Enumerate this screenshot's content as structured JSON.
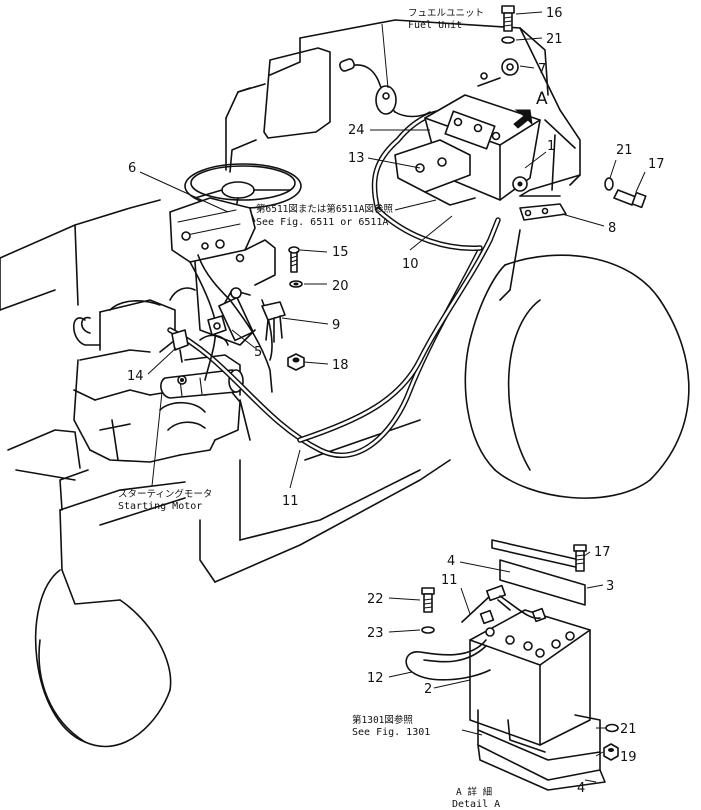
{
  "callouts": {
    "c16": "16",
    "c21a": "21",
    "c7": "7",
    "cA": "A",
    "c1": "1",
    "c21b": "21",
    "c17a": "17",
    "c24": "24",
    "c13": "13",
    "c6": "6",
    "c8": "8",
    "c15": "15",
    "c10": "10",
    "c20": "20",
    "c9": "9",
    "c5": "5",
    "c18": "18",
    "c14": "14",
    "c11a": "11",
    "c17b": "17",
    "c4a": "4",
    "c3": "3",
    "c22": "22",
    "c11b": "11",
    "c23": "23",
    "c12": "12",
    "c2": "2",
    "c21c": "21",
    "c19": "19",
    "c4b": "4"
  },
  "notes": {
    "fuel_unit_jp": "フュエルユニット",
    "fuel_unit_en": "Fuel Unit",
    "see_6511_jp": "第6511図または第6511A図参照",
    "see_6511_en": "See Fig. 6511 or 6511A",
    "starting_motor_jp": "スターティングモータ",
    "starting_motor_en": "Starting Motor",
    "see_1301_jp": "第1301図参照",
    "see_1301_en": "See Fig. 1301",
    "detail_a_jp": "A 詳 細",
    "detail_a_en": "Detail A"
  }
}
